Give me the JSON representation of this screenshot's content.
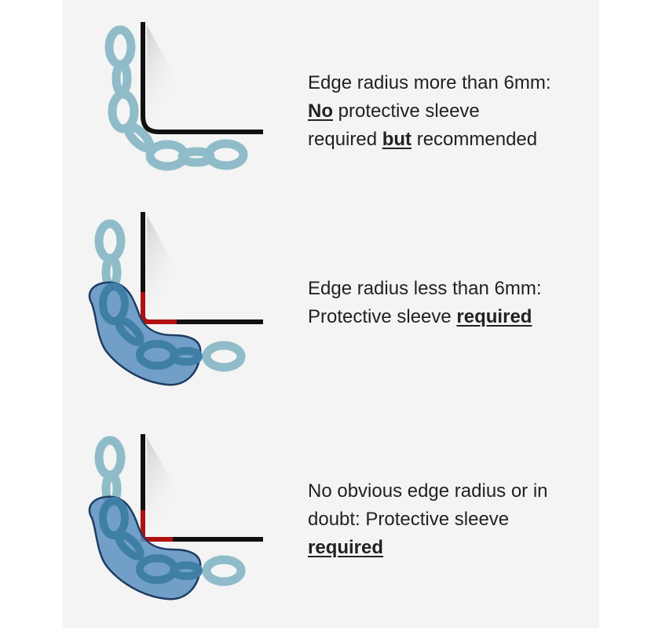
{
  "colors": {
    "background": "#f4f4f4",
    "edge": "#111111",
    "chain": "#8fbcc8",
    "chain_dark": "#5f9bb3",
    "sleeve_fill": "#5b8fc0",
    "sleeve_stroke": "#1f3d63",
    "sharp_edge_marker": "#b01010",
    "text": "#222222"
  },
  "icons": [
    "chain-links",
    "rounded-edge",
    "sharp-edge",
    "protective-sleeve"
  ],
  "cases": [
    {
      "line1": "Edge radius more than 6mm:",
      "line2_bold": "No",
      "line2_rest": " protective sleeve",
      "line3_pre": "required ",
      "line3_bold": "but",
      "line3_post": " recommended"
    },
    {
      "line1": "Edge radius less than 6mm:",
      "line2_pre": "Protective sleeve ",
      "line2_bold": "required"
    },
    {
      "line1": "No obvious edge radius or in",
      "line2": "doubt: Protective sleeve",
      "line3_bold": "required"
    }
  ]
}
